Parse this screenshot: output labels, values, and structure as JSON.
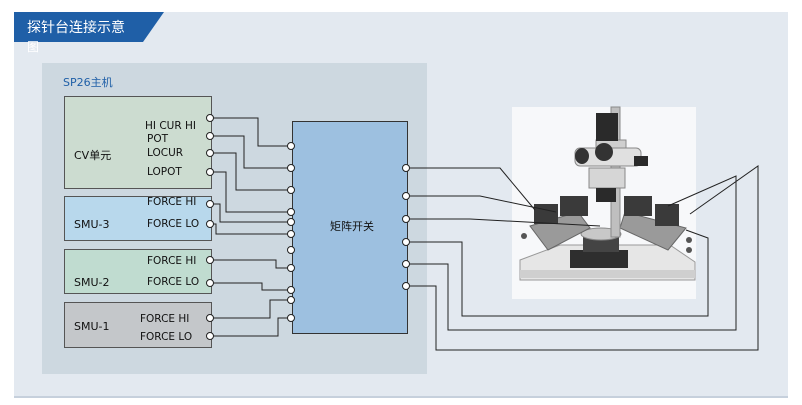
{
  "title": {
    "line1": "探针台连接示意",
    "line2": "图"
  },
  "host": {
    "label": "SP26主机"
  },
  "units": [
    {
      "name": "CV单元",
      "ports": [
        "HI CUR HI",
        "POT",
        "LOCUR",
        "LOPOT"
      ]
    },
    {
      "name": "SMU-3",
      "ports": [
        "FORCE HI",
        "FORCE LO"
      ]
    },
    {
      "name": "SMU-2",
      "ports": [
        "FORCE HI",
        "FORCE LO"
      ]
    },
    {
      "name": "SMU-1",
      "ports": [
        "FORCE HI",
        "FORCE LO"
      ]
    }
  ],
  "matrix": {
    "label": "矩阵开关"
  },
  "colors": {
    "title_bar": "#1f5fa7",
    "panel_bg": "#e3e9f0",
    "host_bg": "#cdd8e0",
    "cv_unit": "#ccdcd0",
    "smu3": "#b8d8ec",
    "smu2": "#c0dcd0",
    "smu1": "#c4c7ca",
    "matrix": "#9dc0e0",
    "wire": "#222222"
  },
  "icons": [
    "connector-circle-icon",
    "probe-station-image"
  ]
}
